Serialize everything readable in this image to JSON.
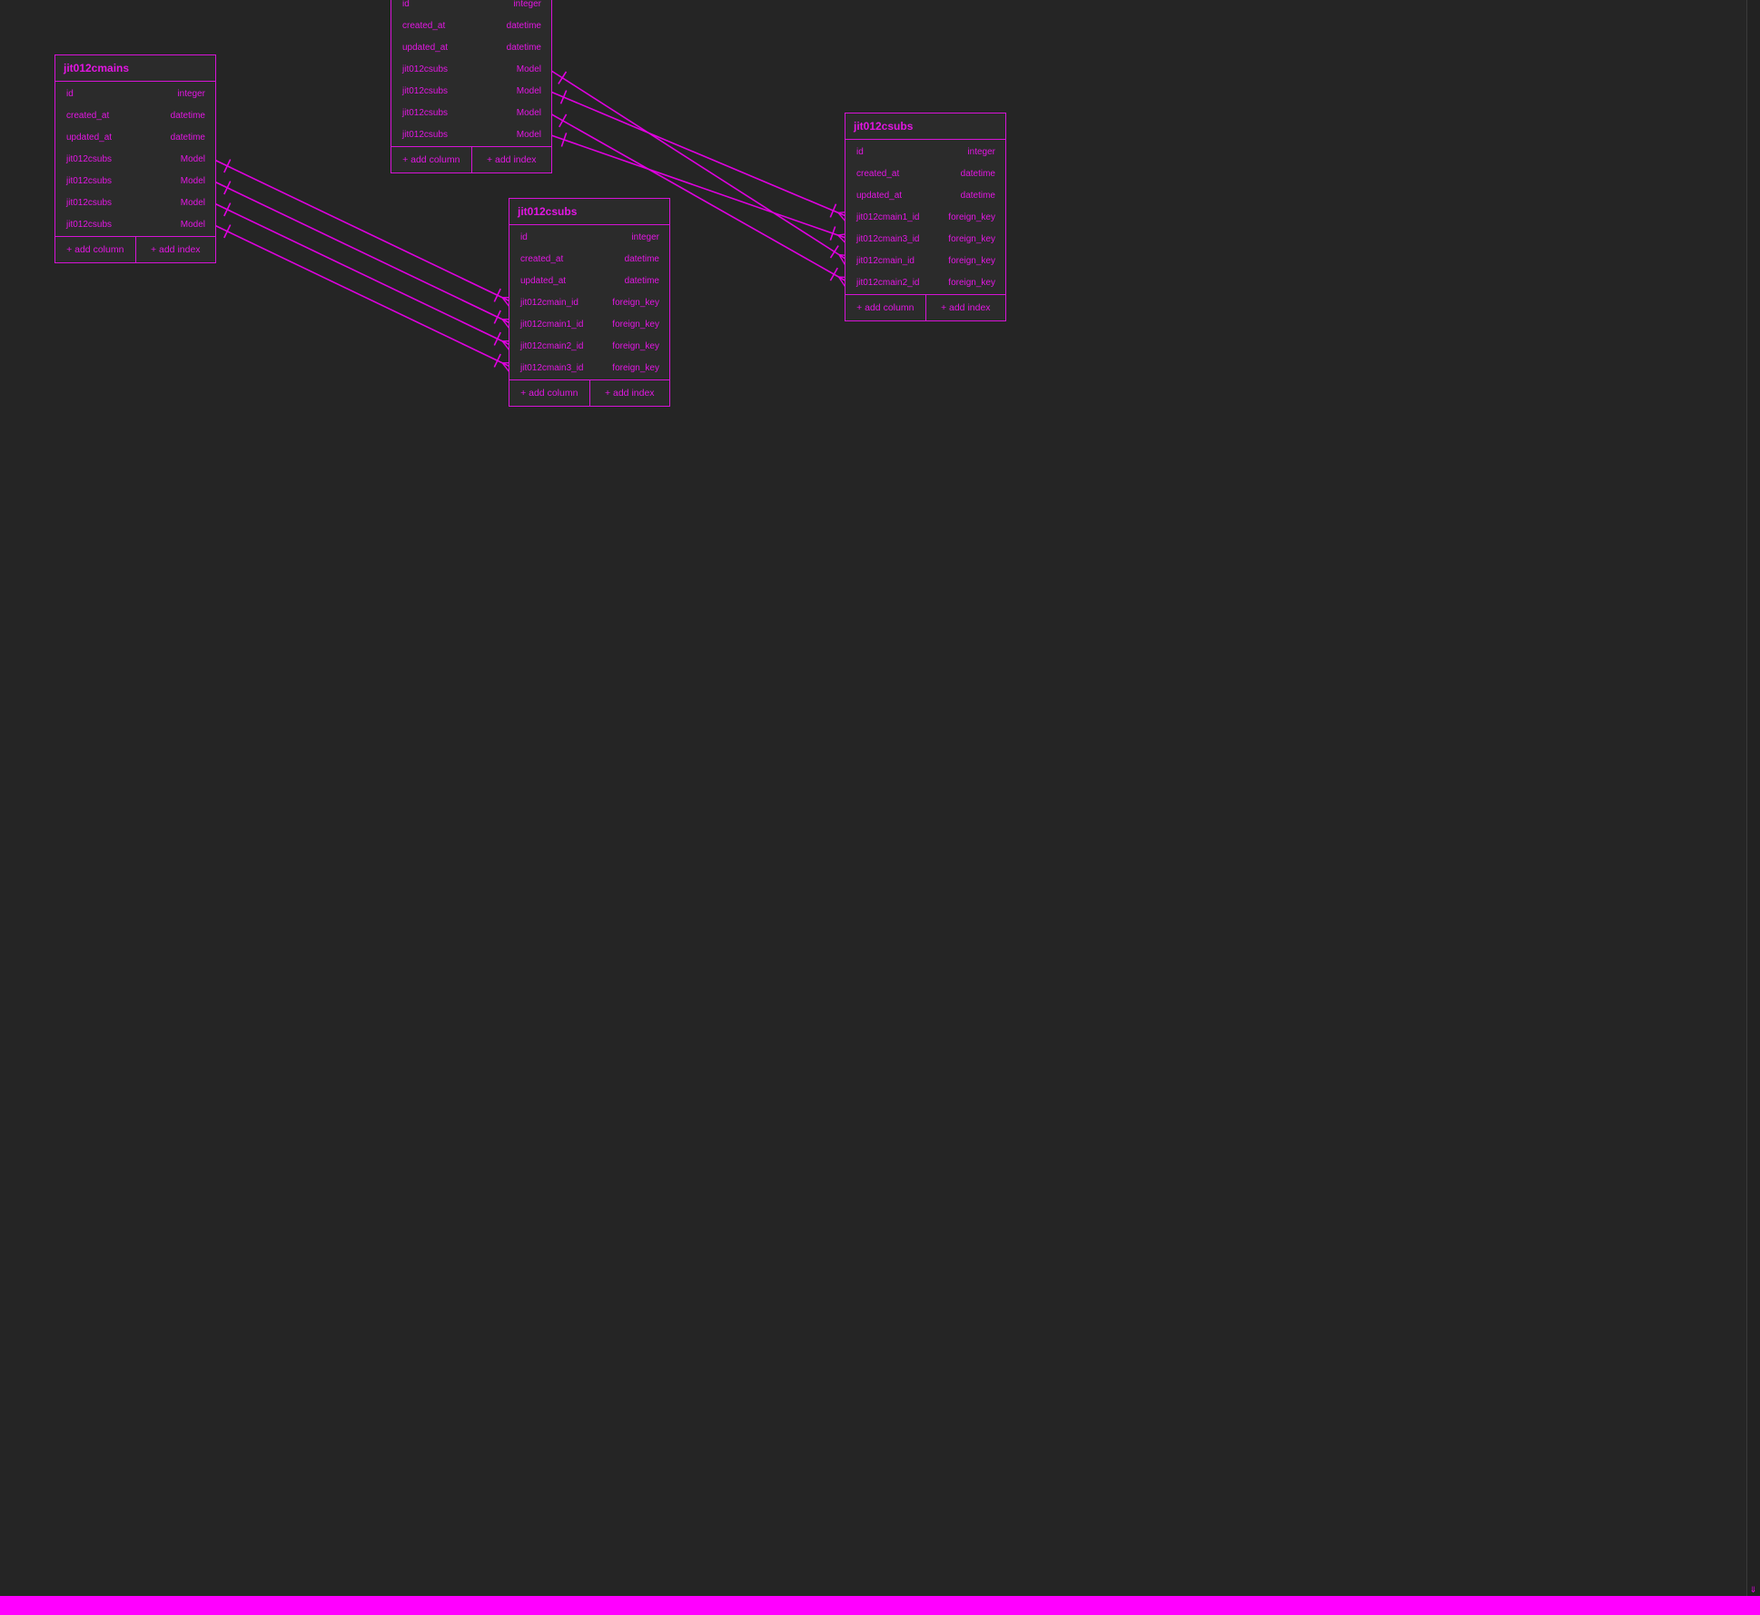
{
  "tables": [
    {
      "id": "t_main_left",
      "title": "jit012cmains",
      "columns": [
        {
          "name": "id",
          "type": "integer"
        },
        {
          "name": "created_at",
          "type": "datetime"
        },
        {
          "name": "updated_at",
          "type": "datetime"
        },
        {
          "name": "jit012csubs",
          "type": "Model"
        },
        {
          "name": "jit012csubs",
          "type": "Model"
        },
        {
          "name": "jit012csubs",
          "type": "Model"
        },
        {
          "name": "jit012csubs",
          "type": "Model"
        }
      ],
      "add_column_label": "+ add column",
      "add_index_label": "+ add index"
    },
    {
      "id": "t_main_top",
      "title": "",
      "columns": [
        {
          "name": "id",
          "type": "integer"
        },
        {
          "name": "created_at",
          "type": "datetime"
        },
        {
          "name": "updated_at",
          "type": "datetime"
        },
        {
          "name": "jit012csubs",
          "type": "Model"
        },
        {
          "name": "jit012csubs",
          "type": "Model"
        },
        {
          "name": "jit012csubs",
          "type": "Model"
        },
        {
          "name": "jit012csubs",
          "type": "Model"
        }
      ],
      "add_column_label": "+ add column",
      "add_index_label": "+ add index"
    },
    {
      "id": "t_sub_center",
      "title": "jit012csubs",
      "columns": [
        {
          "name": "id",
          "type": "integer"
        },
        {
          "name": "created_at",
          "type": "datetime"
        },
        {
          "name": "updated_at",
          "type": "datetime"
        },
        {
          "name": "jit012cmain_id",
          "type": "foreign_key"
        },
        {
          "name": "jit012cmain1_id",
          "type": "foreign_key"
        },
        {
          "name": "jit012cmain2_id",
          "type": "foreign_key"
        },
        {
          "name": "jit012cmain3_id",
          "type": "foreign_key"
        }
      ],
      "add_column_label": "+ add column",
      "add_index_label": "+ add index"
    },
    {
      "id": "t_sub_right",
      "title": "jit012csubs",
      "columns": [
        {
          "name": "id",
          "type": "integer"
        },
        {
          "name": "created_at",
          "type": "datetime"
        },
        {
          "name": "updated_at",
          "type": "datetime"
        },
        {
          "name": "jit012cmain1_id",
          "type": "foreign_key"
        },
        {
          "name": "jit012cmain3_id",
          "type": "foreign_key"
        },
        {
          "name": "jit012cmain_id",
          "type": "foreign_key"
        },
        {
          "name": "jit012cmain2_id",
          "type": "foreign_key"
        }
      ],
      "add_column_label": "+ add column",
      "add_index_label": "+ add index"
    }
  ],
  "relations": [
    {
      "from_table": "t_main_left",
      "from_row": 3,
      "to_table": "t_sub_center",
      "to_row": 3
    },
    {
      "from_table": "t_main_left",
      "from_row": 4,
      "to_table": "t_sub_center",
      "to_row": 4
    },
    {
      "from_table": "t_main_left",
      "from_row": 5,
      "to_table": "t_sub_center",
      "to_row": 5
    },
    {
      "from_table": "t_main_left",
      "from_row": 6,
      "to_table": "t_sub_center",
      "to_row": 6
    },
    {
      "from_table": "t_main_top",
      "from_row": 3,
      "to_table": "t_sub_right",
      "to_row": 5
    },
    {
      "from_table": "t_main_top",
      "from_row": 4,
      "to_table": "t_sub_right",
      "to_row": 3
    },
    {
      "from_table": "t_main_top",
      "from_row": 5,
      "to_table": "t_sub_right",
      "to_row": 6
    },
    {
      "from_table": "t_main_top",
      "from_row": 6,
      "to_table": "t_sub_right",
      "to_row": 4
    }
  ],
  "colors": {
    "background": "#252525",
    "accent": "#e216e2",
    "border": "#d613d6",
    "relation_line": "#e000e0",
    "bottom_bar": "#ff00ff"
  },
  "icons": {
    "scroll_down": "double-chevron-down-icon"
  }
}
